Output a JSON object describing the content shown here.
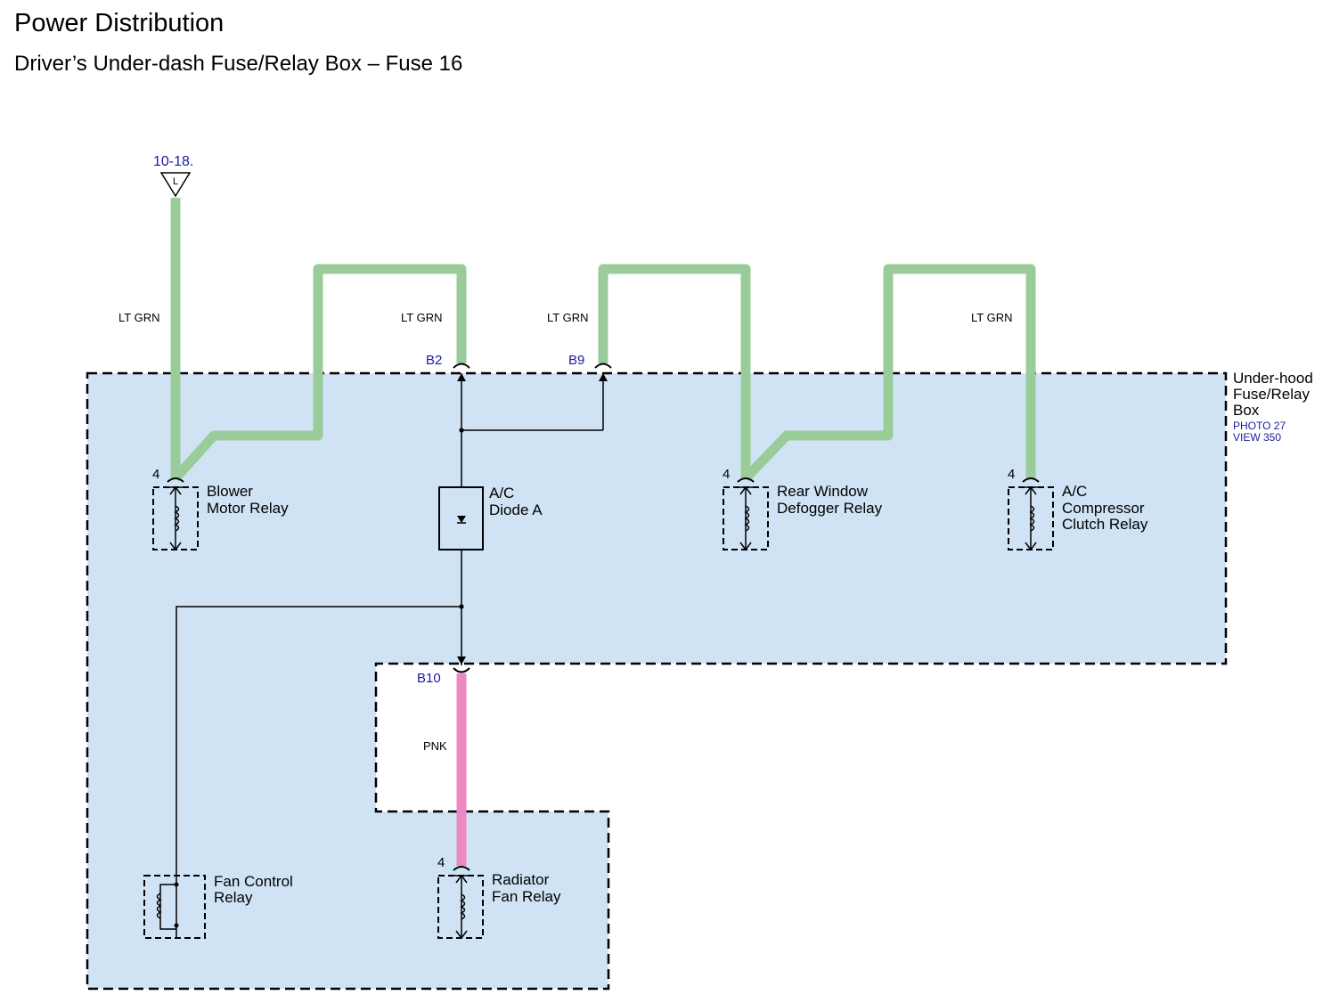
{
  "header": {
    "title": "Power Distribution",
    "subtitle": "Driver’s Under-dash Fuse/Relay Box – Fuse 16"
  },
  "colors": {
    "box_fill": "#cfe3f5",
    "wire_lt_grn": "#99cc99",
    "wire_pnk": "#ee88c0",
    "pin_text": "#1a1aa0"
  },
  "connector": {
    "ref": "10-18.",
    "symbol": "L"
  },
  "wire_labels": {
    "lt_grn": "LT GRN",
    "pnk": "PNK"
  },
  "terminals": {
    "b2": "B2",
    "b9": "B9",
    "b10": "B10"
  },
  "pin_number": "4",
  "components": {
    "blower": {
      "line1": "Blower",
      "line2": "Motor Relay"
    },
    "diode": {
      "line1": "A/C",
      "line2": "Diode A"
    },
    "rear_defogger": {
      "line1": "Rear Window",
      "line2": "Defogger Relay"
    },
    "ac_clutch": {
      "line1": "A/C",
      "line2": "Compressor",
      "line3": "Clutch Relay"
    },
    "fan_control": {
      "line1": "Fan Control",
      "line2": "Relay"
    },
    "radiator_fan": {
      "line1": "Radiator",
      "line2": "Fan Relay"
    }
  },
  "box": {
    "line1": "Under-hood",
    "line2": "Fuse/Relay",
    "line3": "Box",
    "photo": "PHOTO 27",
    "view": "VIEW 350"
  }
}
